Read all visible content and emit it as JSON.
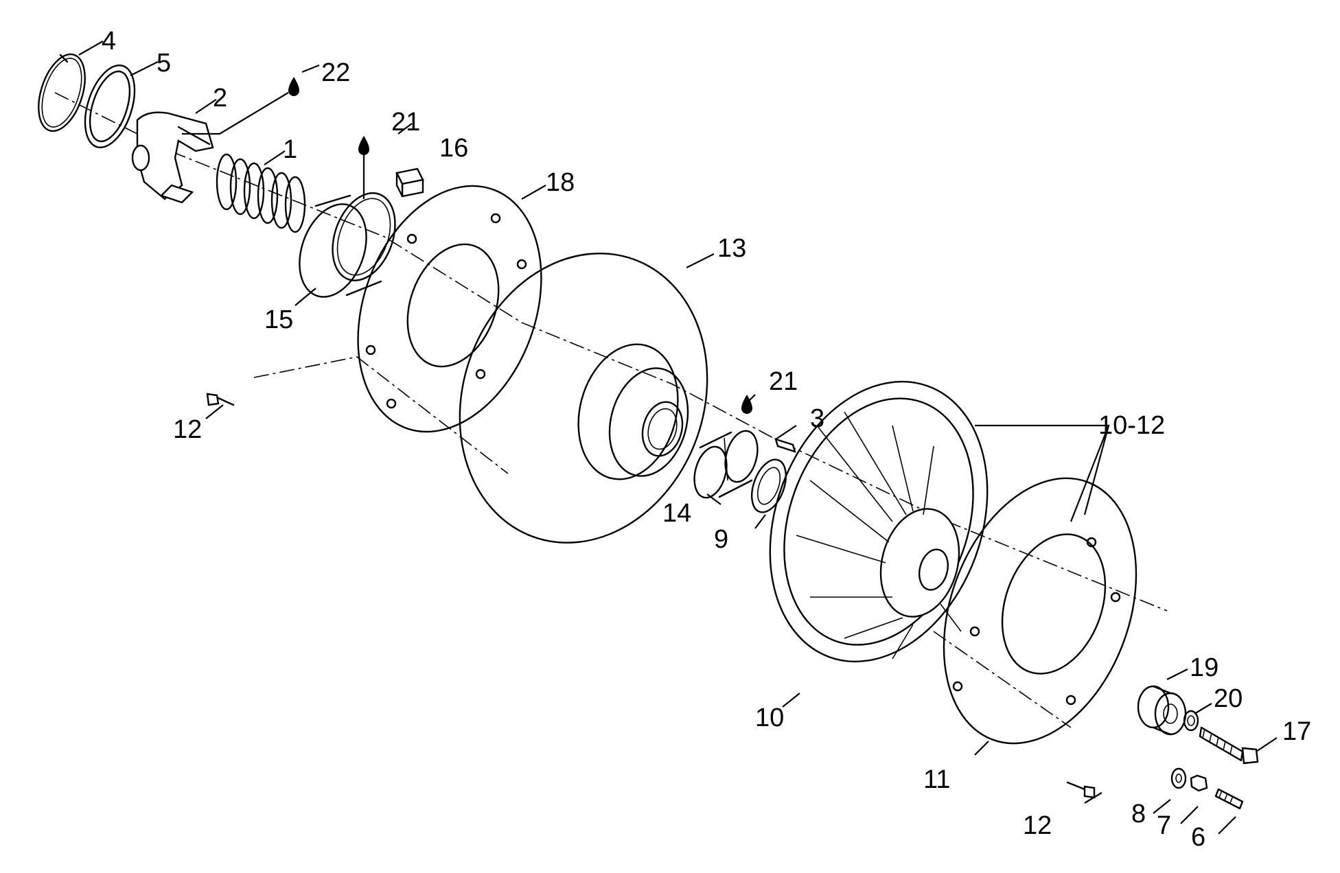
{
  "labels": {
    "p1": "1",
    "p2": "2",
    "p3": "3",
    "p4": "4",
    "p5": "5",
    "p6": "6",
    "p7": "7",
    "p8": "8",
    "p9": "9",
    "p10": "10",
    "p10_12": "10-12",
    "p11": "11",
    "p12a": "12",
    "p12b": "12",
    "p13": "13",
    "p14": "14",
    "p15": "15",
    "p16": "16",
    "p17": "17",
    "p18": "18",
    "p19": "19",
    "p20": "20",
    "p21a": "21",
    "p21b": "21",
    "p22": "22"
  },
  "icons": {
    "lubricant": "oil-drop-icon"
  }
}
